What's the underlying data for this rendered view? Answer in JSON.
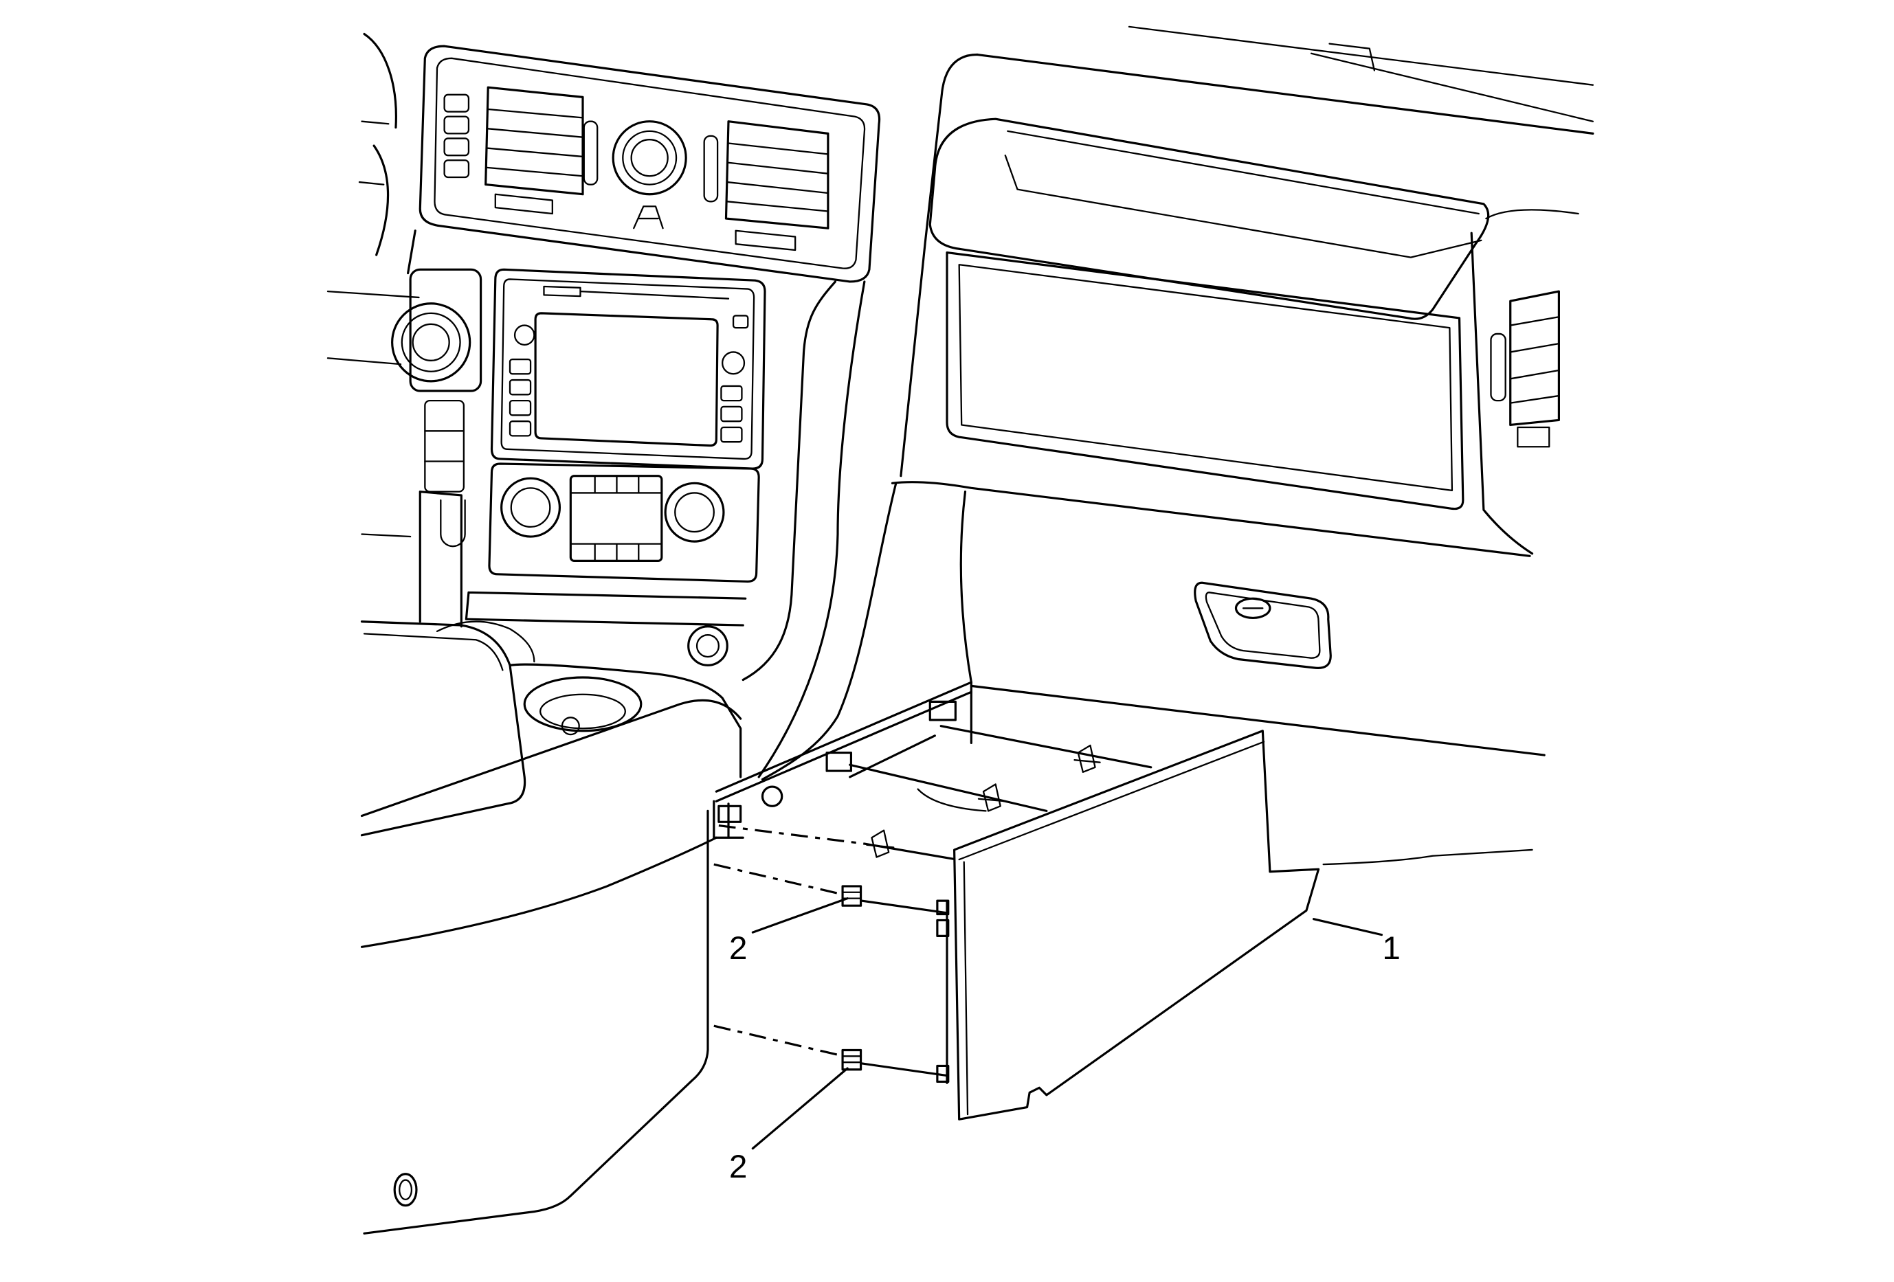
{
  "callouts": [
    {
      "label": "1"
    },
    {
      "label": "2"
    },
    {
      "label": "2"
    }
  ],
  "colors": {
    "line": "#000000",
    "background": "#ffffff"
  }
}
